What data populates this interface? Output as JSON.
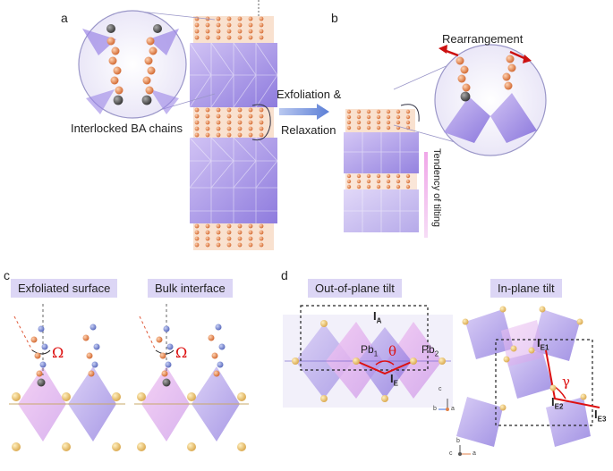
{
  "panels": {
    "a": {
      "letter": "a",
      "chains_label": "Interlocked BA chains"
    },
    "arrow": {
      "line1": "Exfoliation &",
      "line2": "Relaxation"
    },
    "b": {
      "letter": "b",
      "rearrangement_label": "Rearrangement",
      "tilting_label": "Tendency of tilting"
    },
    "c": {
      "letter": "c",
      "surface_tag": "Exfoliated surface",
      "bulk_tag": "Bulk interface",
      "omega_symbol": "Ω"
    },
    "d": {
      "letter": "d",
      "out_tag": "Out-of-plane tilt",
      "in_tag": "In-plane tilt",
      "IA": "I",
      "IA_sub": "A",
      "IE": "I",
      "IE_sub": "E",
      "Pb1": "Pb",
      "Pb1_sub": "1",
      "Pb2": "Pb",
      "Pb2_sub": "2",
      "theta": "θ",
      "gamma": "γ",
      "IE1": "I",
      "IE1_sub": "E1",
      "IE2": "I",
      "IE2_sub": "E2",
      "IE3": "I",
      "IE3_sub": "E3",
      "axes_left": {
        "c": "c",
        "b": "b",
        "a": "a"
      },
      "axes_right": {
        "b": "b",
        "c": "c",
        "a": "a"
      }
    }
  },
  "colors": {
    "octahedron": "#9b86e6",
    "octahedron_light": "#d7c6f3",
    "pink": "#e8a8e8",
    "carbon": "#e0824a",
    "nitrogen": "#555555",
    "accent_red": "#d11111",
    "tag_bg": "#dcd6f5",
    "arrow_blue": "#6f8fd8"
  }
}
